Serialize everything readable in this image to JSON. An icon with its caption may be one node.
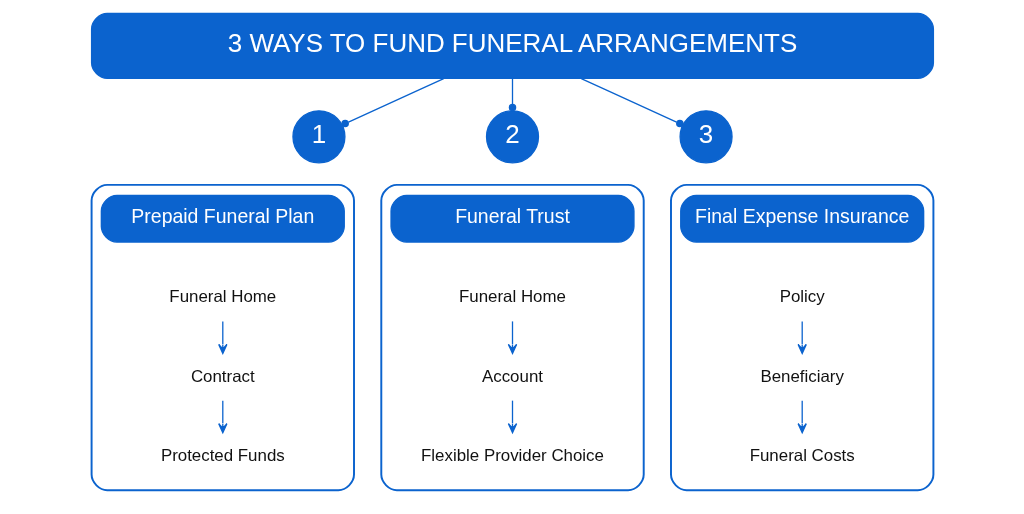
{
  "diagram": {
    "nodes": [
      {
        "text": [
          "3 WAYS TO FUND FUNERAL ARRANGEMENTS"
        ]
      },
      {
        "text": [],
        "shape": "box"
      },
      {
        "text": [
          "1"
        ]
      },
      {
        "text": [
          "Prepaid Funeral Plan"
        ],
        "in": 1
      },
      {
        "text": [
          "Funeral Home"
        ],
        "in": 1
      },
      {
        "text": [
          "Contract"
        ],
        "in": 1
      },
      {
        "text": [
          "Protected Funds"
        ],
        "in": 1
      },
      {
        "text": [],
        "shape": "box"
      },
      {
        "text": [
          "2"
        ]
      },
      {
        "text": [
          "Funeral Trust"
        ],
        "in": 7
      },
      {
        "text": [
          "Funeral Home"
        ],
        "in": 7
      },
      {
        "text": [
          "Account"
        ],
        "in": 7
      },
      {
        "text": [
          "Flexible Provider Choice"
        ],
        "in": 7
      },
      {
        "text": [],
        "shape": "box"
      },
      {
        "text": [
          "3"
        ]
      },
      {
        "text": [
          "Final Expense Insurance"
        ],
        "in": 13
      },
      {
        "text": [
          "Policy"
        ],
        "in": 13
      },
      {
        "text": [
          "Beneficiary"
        ],
        "in": 13
      },
      {
        "text": [
          "Funeral Costs"
        ],
        "in": 13
      }
    ],
    "edges": [
      {
        "from": 0,
        "to": 2,
        "arrow": "other"
      },
      {
        "from": 0,
        "to": 8,
        "arrow": "other"
      },
      {
        "from": 0,
        "to": 14,
        "arrow": "other"
      },
      {
        "from": 4,
        "to": 5,
        "arrow": "to"
      },
      {
        "from": 5,
        "to": 6,
        "arrow": "to"
      },
      {
        "from": 10,
        "to": 11,
        "arrow": "to"
      },
      {
        "from": 11,
        "to": 12,
        "arrow": "to"
      },
      {
        "from": 16,
        "to": 17,
        "arrow": "to"
      },
      {
        "from": 17,
        "to": 18,
        "arrow": "to"
      }
    ]
  }
}
